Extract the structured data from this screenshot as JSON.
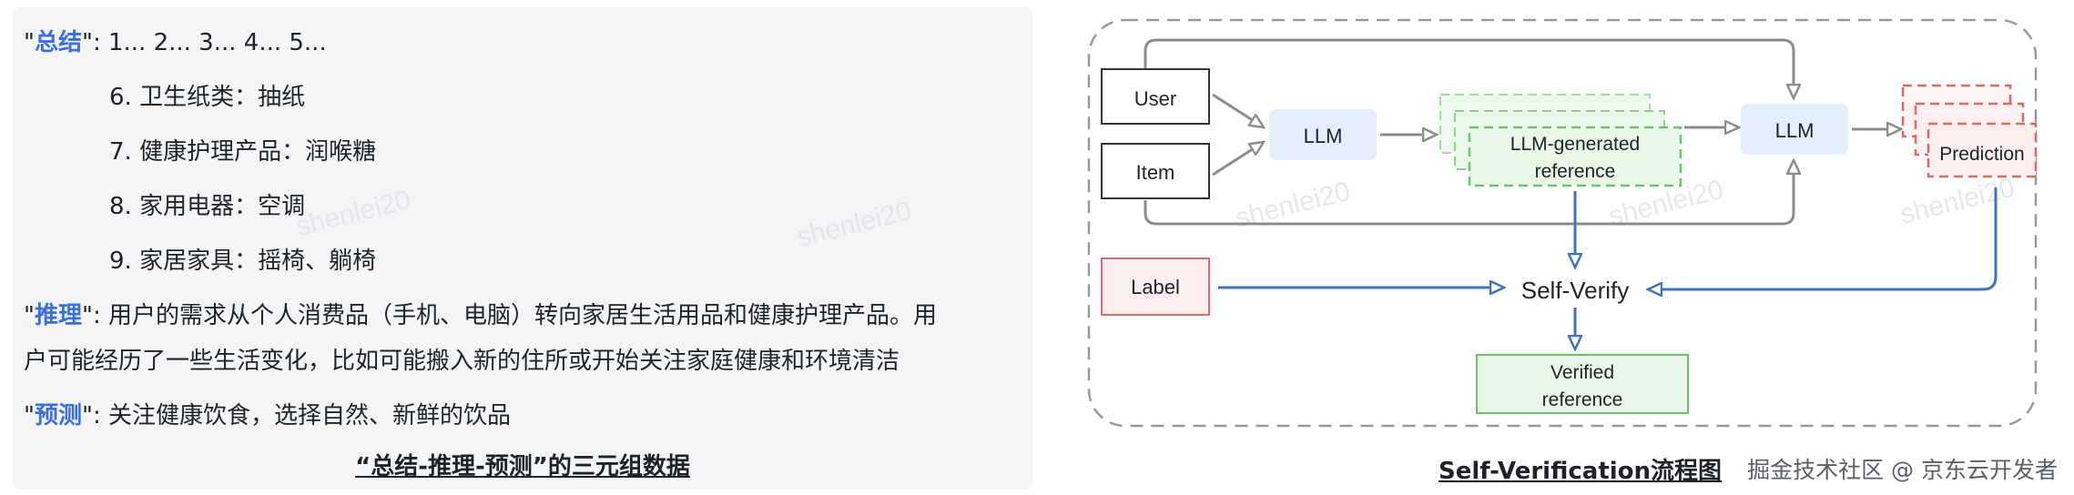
{
  "left": {
    "summary_key": "总结",
    "summary_text": ": 1... 2... 3... 4... 5...",
    "items": [
      "6. 卫生纸类：抽纸",
      "7. 健康护理产品：润喉糖",
      "8. 家用电器：空调",
      "9. 家居家具：摇椅、躺椅"
    ],
    "reasoning_key": "推理",
    "reasoning_text_1": ": 用户的需求从个人消费品（手机、电脑）转向家居生活用品和健康护理产品。用",
    "reasoning_text_2": "户可能经历了一些生活变化，比如可能搬入新的住所或开始关注家庭健康和环境清洁",
    "prediction_key": "预测",
    "prediction_text": ": 关注健康饮食，选择自然、新鲜的饮品",
    "caption": "“总结-推理-预测”的三元组数据"
  },
  "watermark": "shenlei20",
  "diagram": {
    "nodes": {
      "user": "User",
      "item": "Item",
      "llm_1": "LLM",
      "llm_generated_1": "LLM-generated",
      "llm_generated_2": "reference",
      "llm_2": "LLM",
      "prediction": "Prediction",
      "label": "Label",
      "self_verify": "Self-Verify",
      "verified_1": "Verified",
      "verified_2": "reference"
    },
    "caption": "Self-Verification流程图"
  },
  "site_mark": "掘金技术社区 @ 京东云开发者",
  "colors": {
    "keyword_blue": "#3b6fd9",
    "llm_fill": "#e3effc",
    "green_fill": "#e9f7e8",
    "green_stroke": "#6cc36c",
    "red_fill": "#fbeeee",
    "red_stroke": "#d86a6a",
    "blue_arrow": "#3f74bd",
    "gray_arrow": "#8c8c8c"
  }
}
